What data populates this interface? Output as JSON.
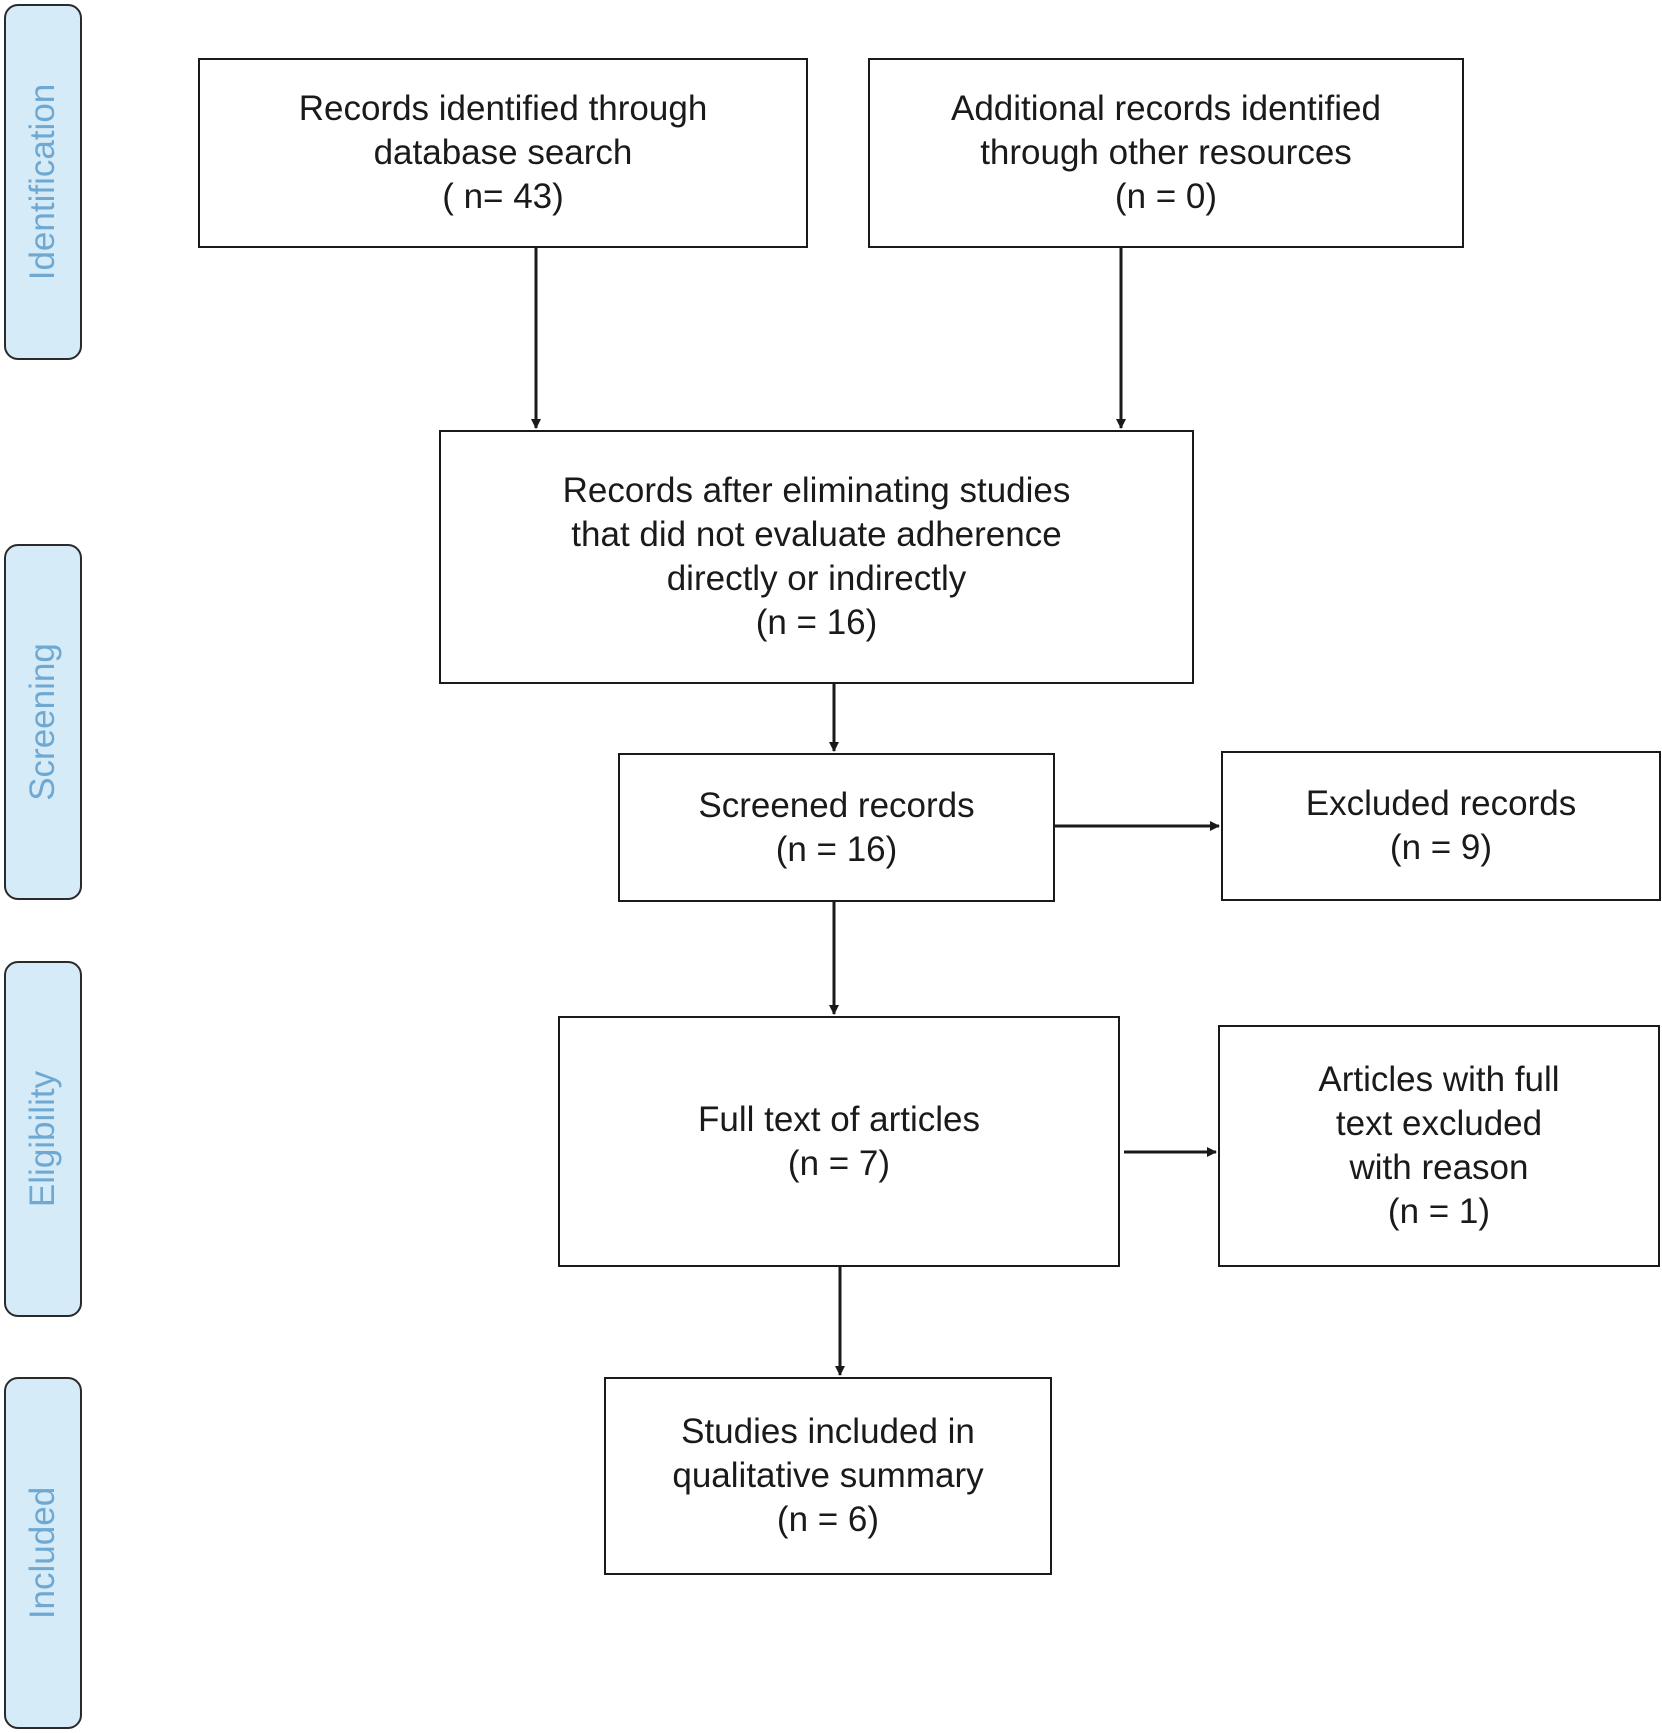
{
  "phases": {
    "identification": "Identification",
    "screening": "Screening",
    "eligibility": "Eligibility",
    "included": "Included"
  },
  "boxes": {
    "database_search": {
      "lines": [
        "Records identified through",
        "database search",
        "( n= 43)"
      ]
    },
    "other_resources": {
      "lines": [
        "Additional records identified",
        "through other resources",
        "(n = 0)"
      ]
    },
    "after_eliminating": {
      "lines": [
        "Records after eliminating studies",
        "that did not evaluate adherence",
        "directly or indirectly",
        "(n = 16)"
      ]
    },
    "screened": {
      "lines": [
        "Screened records",
        "(n = 16)"
      ]
    },
    "excluded": {
      "lines": [
        "Excluded records",
        "(n = 9)"
      ]
    },
    "full_text": {
      "lines": [
        "Full text of articles",
        "(n = 7)"
      ]
    },
    "full_text_excluded": {
      "lines": [
        "Articles with full",
        "text excluded",
        "with reason",
        "(n = 1)"
      ]
    },
    "included": {
      "lines": [
        "Studies included in",
        "qualitative summary",
        "(n = 6)"
      ]
    }
  }
}
